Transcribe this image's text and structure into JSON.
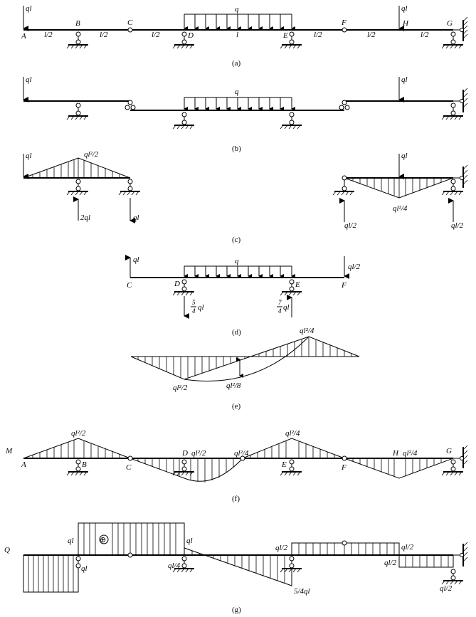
{
  "captions": [
    "(a)",
    "(b)",
    "(c)",
    "(d)",
    "(e)",
    "(f)",
    "(g)"
  ],
  "a": {
    "load_q": "q",
    "load_ql_A": "ql",
    "load_ql_H": "ql",
    "points": {
      "A": "A",
      "B": "B",
      "C": "C",
      "D": "D",
      "E": "E",
      "F": "F",
      "H": "H",
      "G": "G"
    },
    "spans": [
      "l/2",
      "l/2",
      "l/2",
      "l",
      "l/2",
      "l/2",
      "l/2"
    ]
  },
  "b": {
    "load_ql_left": "ql",
    "load_q": "q",
    "load_ql_right": "ql"
  },
  "c": {
    "left": {
      "load": "ql",
      "moment": "ql²/2",
      "reaction_B": "2ql",
      "reaction_C": "ql"
    },
    "right": {
      "load": "ql",
      "moment": "ql²/4",
      "reaction_F": "ql/2",
      "reaction_G": "ql/2"
    }
  },
  "d": {
    "load_C": "ql",
    "load_q": "q",
    "load_F": "ql/2",
    "label_C": "C",
    "label_D": "D",
    "label_E": "E",
    "label_F": "F",
    "reaction_D_num": "5",
    "reaction_D_den": "4",
    "reaction_D_unit": "ql",
    "reaction_E_num": "7",
    "reaction_E_den": "4",
    "reaction_E_unit": "ql"
  },
  "e": {
    "moment_E": "ql²/4",
    "moment_D": "ql²/2",
    "parabola": "ql²/8"
  },
  "f": {
    "label": "M",
    "moments": [
      "ql²/2",
      "ql²/2",
      "ql²/4",
      "ql²/4",
      "ql²/4"
    ],
    "points": {
      "A": "A",
      "B": "B",
      "C": "C",
      "D": "D",
      "E": "E",
      "F": "F",
      "H": "H",
      "G": "G"
    }
  },
  "g": {
    "label": "Q",
    "sign": "⊕",
    "values": {
      "left_bottom": "ql",
      "left_top": "ql",
      "top_right": "ql",
      "D_value": "ql/4",
      "E_bottom": "5/4ql",
      "E_top": "ql/2",
      "H_top": "ql/2",
      "H_bottom": "ql/2",
      "G_bottom": "ql/2"
    }
  }
}
